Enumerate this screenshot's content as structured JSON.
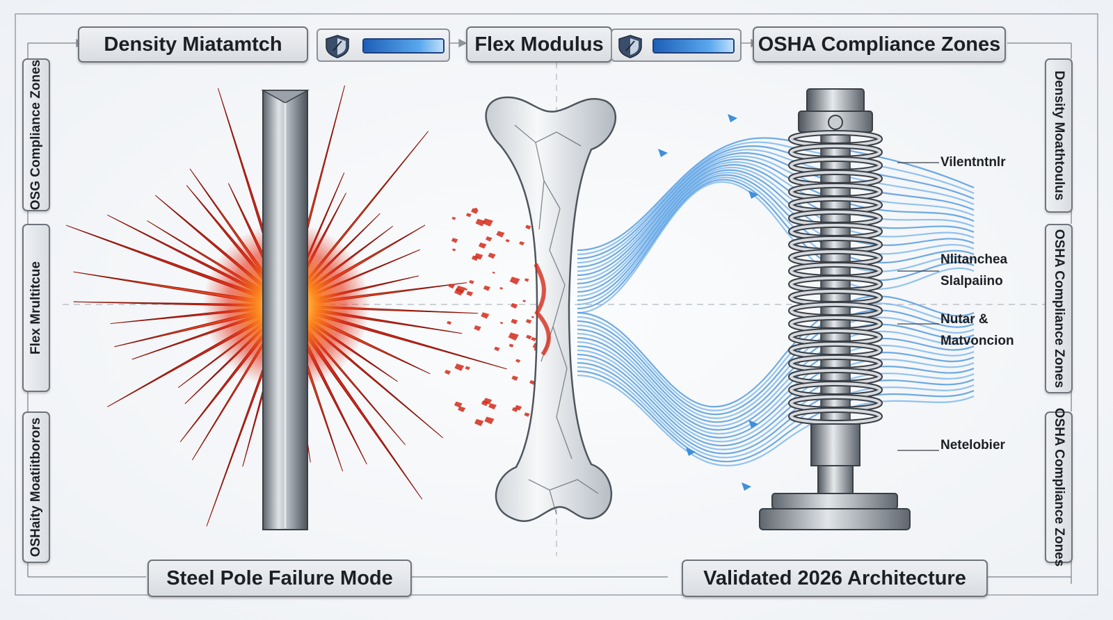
{
  "top_labels": {
    "density": "Density Miatamtch",
    "flex": "Flex Modulus",
    "osha": "OSHA Compliance Zones"
  },
  "bottom_labels": {
    "steel": "Steel Pole Failure Mode",
    "validated": "Validated 2026 Architecture"
  },
  "side_left": [
    "OSG Compliance Zones",
    "Flex Mrultitcue",
    "OSHaity Moatiitborors"
  ],
  "side_right": [
    "Density Moathtoulus",
    "OSHA Compliance Zones",
    "OSHA Compliance Zones"
  ],
  "callouts": {
    "c1": "Vilentntnlr",
    "c2_line1": "Nlitanchea",
    "c2_line2": "Slalpaiino",
    "c3_line1": "Nutar &",
    "c3_line2": "Matvoncion",
    "c4": "Netelobier"
  },
  "icons": [
    "shield-icon",
    "progress-bar-icon"
  ],
  "colors": {
    "failure_red": "#d42a1a",
    "flow_blue": "#3f8fdc",
    "steel_gray": "#8d959e",
    "panel_border": "#6f747b"
  }
}
